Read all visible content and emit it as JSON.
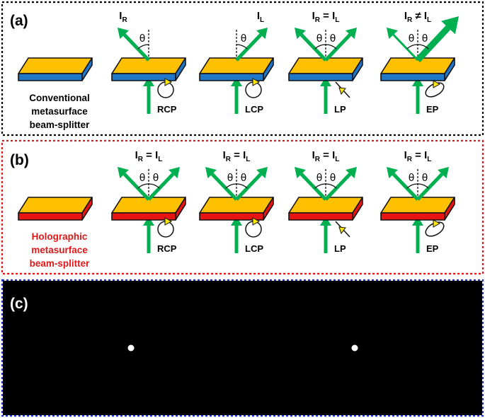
{
  "panels": [
    {
      "label": "(a)",
      "caption": [
        "Conventional",
        "metasurface",
        "beam-splitter"
      ],
      "caption_color": "#000000",
      "frame_color": "#000000",
      "side_color": "#1f77c8",
      "cases": [
        {
          "equation": "IR",
          "polarization": "RCP",
          "theta": [
            "θ"
          ]
        },
        {
          "equation": "IL",
          "polarization": "LCP",
          "theta": [
            "θ"
          ]
        },
        {
          "equation": "IR = IL",
          "polarization": "LP",
          "theta": [
            "θ",
            "θ"
          ]
        },
        {
          "equation": "IR ≠ IL",
          "polarization": "EP",
          "theta": [
            "θ",
            "θ"
          ]
        }
      ]
    },
    {
      "label": "(b)",
      "caption": [
        "Holographic",
        "metasurface",
        "beam-splitter"
      ],
      "caption_color": "#e01818",
      "frame_color": "#e01818",
      "side_color": "#e81414",
      "cases": [
        {
          "equation": "IR = IL",
          "polarization": "RCP",
          "theta": [
            "θ",
            "θ"
          ]
        },
        {
          "equation": "IR = IL",
          "polarization": "LCP",
          "theta": [
            "θ",
            "θ"
          ]
        },
        {
          "equation": "IR = IL",
          "polarization": "LP",
          "theta": [
            "θ",
            "θ"
          ]
        },
        {
          "equation": "IR = IL",
          "polarization": "EP",
          "theta": [
            "θ",
            "θ"
          ]
        }
      ]
    },
    {
      "label": "(c)",
      "frame_color": "#1f2fd0",
      "spots": 2
    }
  ],
  "colors": {
    "plate_top": "#ffc000",
    "beam": "#00b050",
    "pol_marker": "#ffe600"
  }
}
